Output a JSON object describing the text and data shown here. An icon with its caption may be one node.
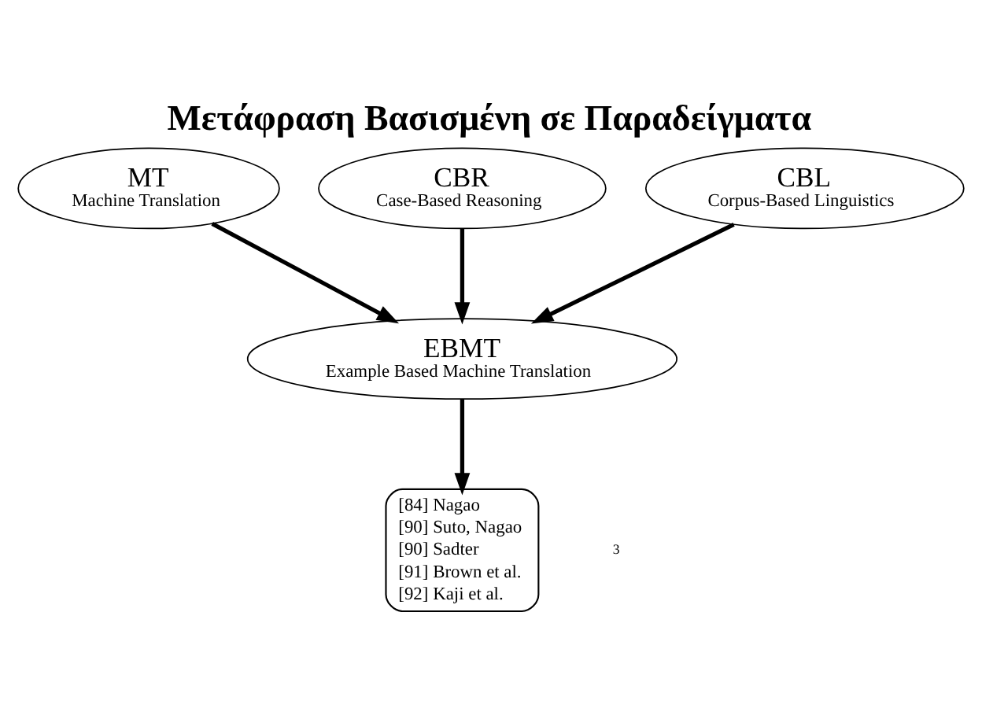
{
  "diagram": {
    "title": "Μετάφραση Βασισμένη σε Παραδείγματα",
    "nodes": [
      {
        "text": [
          "MT",
          "Machine Translation"
        ]
      },
      {
        "text": [
          "CBR",
          "Case-Based Reasoning"
        ]
      },
      {
        "text": [
          "CBL",
          "Corpus-Based Linguistics"
        ]
      },
      {
        "text": [
          "EBMT",
          "Example Based Machine Translation"
        ]
      },
      {
        "text": [
          "[84] Nagao",
          "[90] Suto, Nagao",
          "[90] Sadter",
          "[91] Brown et al.",
          "[92] Kaji et al."
        ]
      }
    ],
    "edges": [
      {
        "from": 0,
        "to": 3,
        "arrow": "to"
      },
      {
        "from": 1,
        "to": 3,
        "arrow": "to"
      },
      {
        "from": 2,
        "to": 3,
        "arrow": "to"
      },
      {
        "from": 3,
        "to": 4,
        "arrow": "to"
      }
    ],
    "labels": [
      "3"
    ]
  }
}
